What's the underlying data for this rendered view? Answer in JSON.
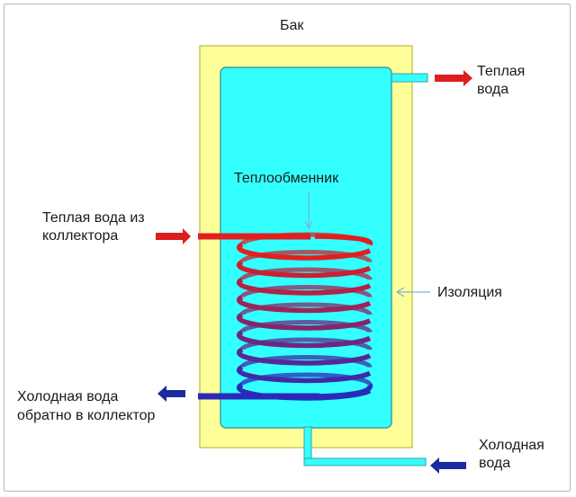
{
  "labels": {
    "tank": "Бак",
    "heat_exchanger": "Теплообменник",
    "insulation": "Изоляция",
    "warm_water_out_line1": "Теплая",
    "warm_water_out_line2": "вода",
    "collector_in_line1": "Теплая вода из",
    "collector_in_line2": "коллектора",
    "collector_out_line1": "Холодная вода",
    "collector_out_line2": "обратно в коллектор",
    "cold_water_in_line1": "Холодная",
    "cold_water_in_line2": "вода"
  },
  "colors": {
    "insulation": "#ffff99",
    "water": "#33ffff",
    "hot": "#e02020",
    "cold": "#2a2ab8",
    "arrow_red": "#dd1e1e",
    "arrow_blue": "#1c2aa0",
    "pointer": "#7fb0cf"
  }
}
